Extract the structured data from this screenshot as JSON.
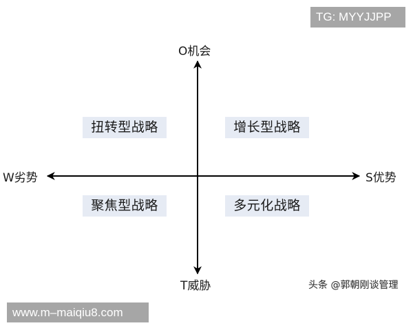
{
  "watermarks": {
    "top_right": "TG: MYYJJPP",
    "bottom_left": "www.m–maiqiu8.com"
  },
  "axes": {
    "top": "O机会",
    "bottom": "T威胁",
    "left": "W劣势",
    "right": "S优势"
  },
  "quadrants": {
    "top_left": "扭转型战略",
    "top_right": "增长型战略",
    "bottom_left": "聚焦型战略",
    "bottom_right": "多元化战略"
  },
  "credit": "头条 @郭朝刚谈管理",
  "colors": {
    "quadrant_bg": "#e6ebf4",
    "axis": "#000000",
    "watermark_bg": "#a6a6a6"
  }
}
